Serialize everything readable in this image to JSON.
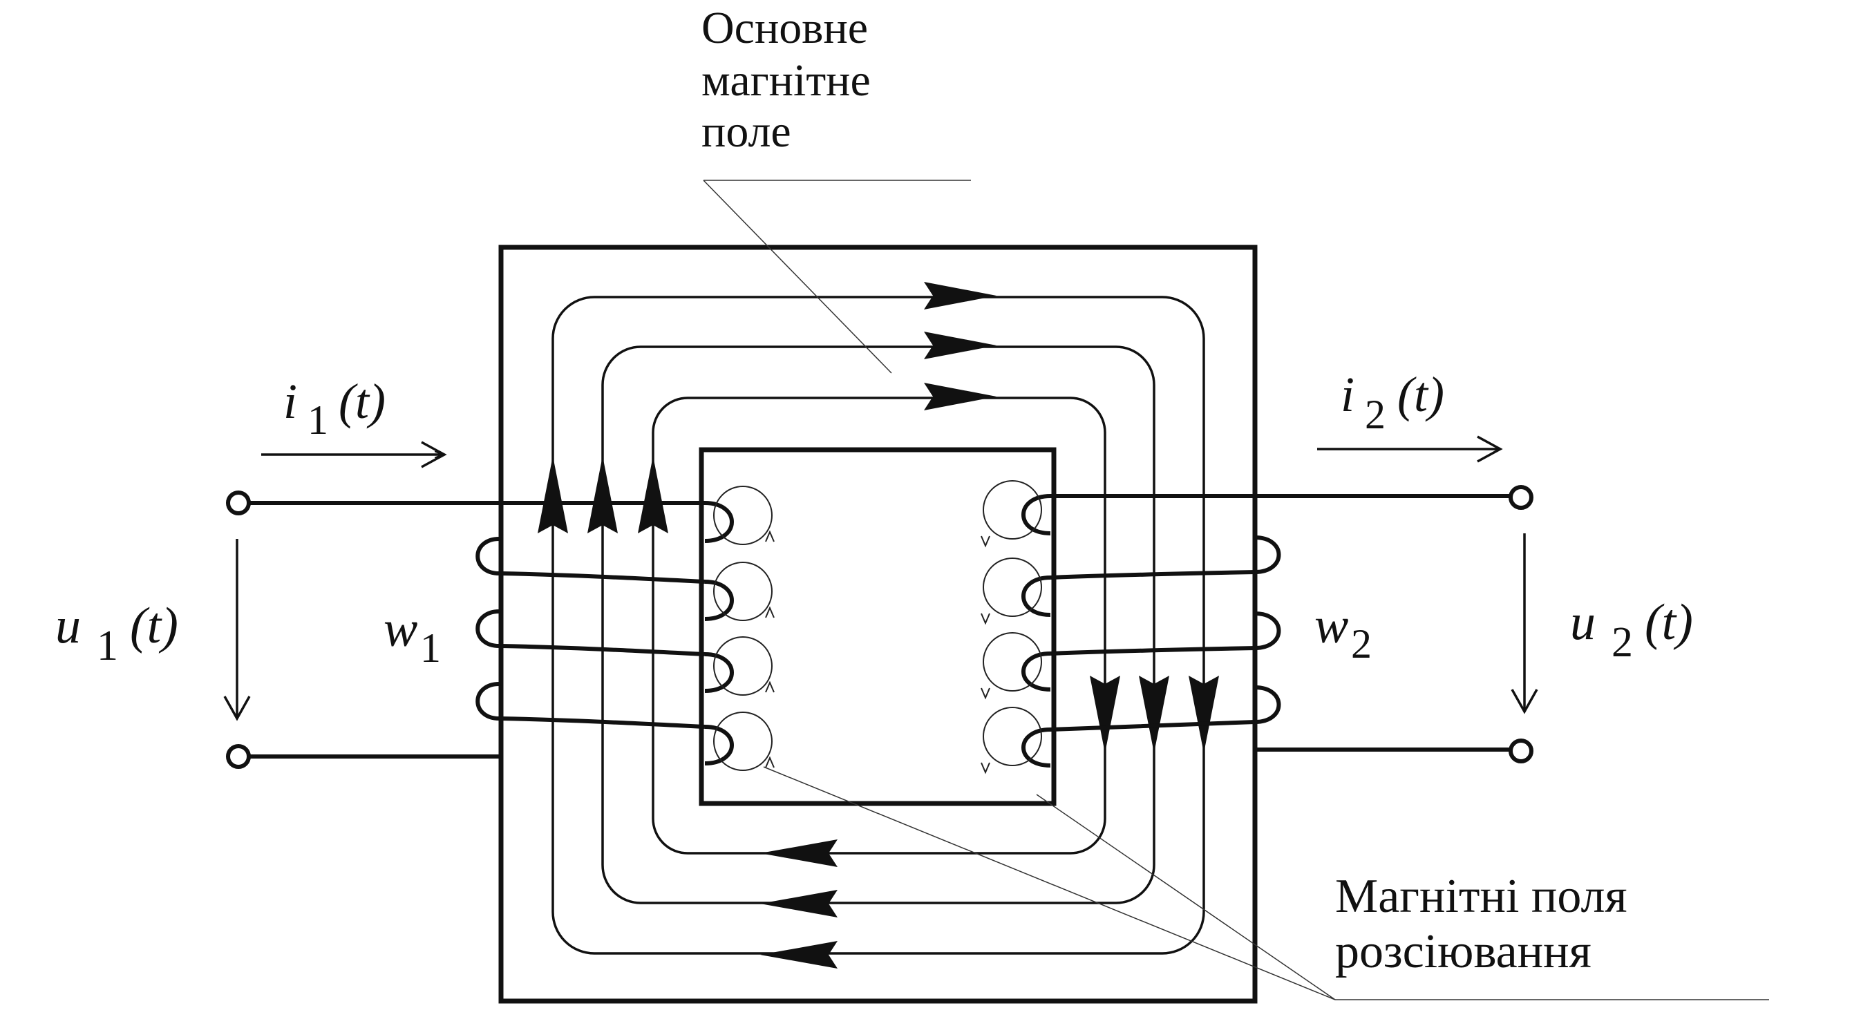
{
  "labels": {
    "main_field_line1": "Основне",
    "main_field_line2": "магнітне",
    "main_field_line3": "поле",
    "leakage_line1": "Магнітні поля",
    "leakage_line2": "розсіювання"
  },
  "primary": {
    "current_symbol": "i",
    "current_index": "1",
    "current_arg": "(t)",
    "voltage_symbol": "u",
    "voltage_index": "1",
    "voltage_arg": "(t)",
    "winding_symbol": "w",
    "winding_index": "1"
  },
  "secondary": {
    "current_symbol": "i",
    "current_index": "2",
    "current_arg": "(t)",
    "voltage_symbol": "u",
    "voltage_index": "2",
    "voltage_arg": "(t)",
    "winding_symbol": "w",
    "winding_index": "2"
  },
  "colors": {
    "ink": "#111111",
    "background": "#ffffff"
  }
}
